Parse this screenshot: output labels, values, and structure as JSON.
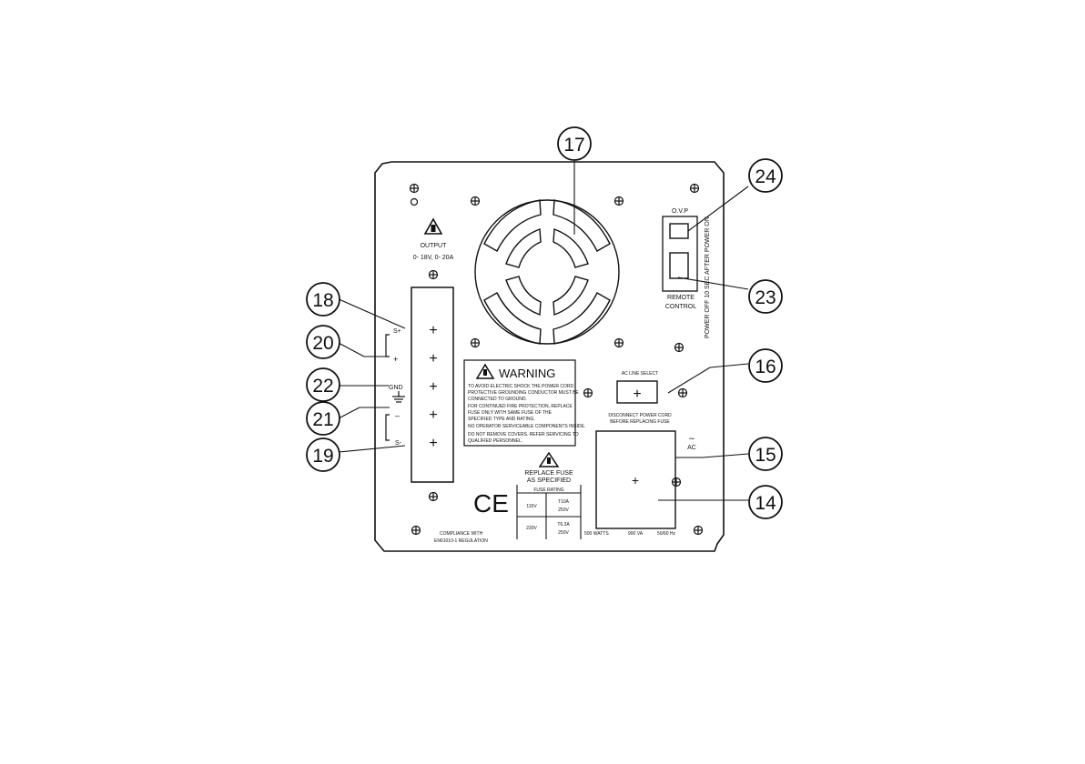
{
  "output": {
    "label": "OUTPUT",
    "rating": "0- 18V, 0- 20A"
  },
  "terminals": {
    "s_plus": "S+",
    "plus": "+",
    "gnd": "GND",
    "minus": "–",
    "s_minus": "S-",
    "posts": [
      "+",
      "+",
      "+",
      "+",
      "+"
    ]
  },
  "warning": {
    "title": "WARNING",
    "lines": [
      "TO AVOID ELECTRIC SHOCK THE POWER CORD",
      "PROTECTIVE GROUNDING CONDUCTOR MUST BE",
      "CONNECTED TO GROUND.",
      "FOR CONTINUED FIRE PROTECTION, REPLACE",
      "FUSE ONLY WITH SAME FUSE OF THE",
      "SPECIFIED TYPE AND RATING.",
      "NO OPERATOR SERVICEABLE COMPONENTS INSIDE.",
      "DO NOT REMOVE COVERS. REFER SERVICING TO",
      "QUALIFIED PERSONNEL."
    ]
  },
  "fuse": {
    "replace_line1": "REPLACE FUSE",
    "replace_line2": "AS SPECIFIED",
    "rating_header": "FUSE RATING",
    "rows": [
      {
        "voltage": "115V",
        "fuse_line1": "T10A",
        "fuse_line2": "250V"
      },
      {
        "voltage": "230V",
        "fuse_line1": "T6.3A",
        "fuse_line2": "250V"
      }
    ]
  },
  "compliance": {
    "mark": "CE",
    "line1": "COMPLIANCE WITH",
    "line2": "EN61010-1 REGULATION"
  },
  "ovp": {
    "label": "O.V.P"
  },
  "remote": {
    "line1": "REMOTE",
    "line2": "CONTROL"
  },
  "vertical_note": "POWER OFF 10 SEC AFTER POWER ON",
  "ac_line_select": {
    "label": "AC LINE SELECT",
    "symbol": "+"
  },
  "disconnect": {
    "line1": "DISCONNECT POWER CORD",
    "line2": "BEFORE REPLACING FUSE"
  },
  "ac_symbol": {
    "wave": "∼",
    "label": "AC"
  },
  "inlet": {
    "symbol": "+"
  },
  "power_specs": {
    "watts": "500 WATTS",
    "va": "900 VA",
    "hz": "50/60 Hz"
  },
  "callouts": {
    "c14": "14",
    "c15": "15",
    "c16": "16",
    "c17": "17",
    "c18": "18",
    "c19": "19",
    "c20": "20",
    "c21": "21",
    "c22": "22",
    "c23": "23",
    "c24": "24"
  }
}
